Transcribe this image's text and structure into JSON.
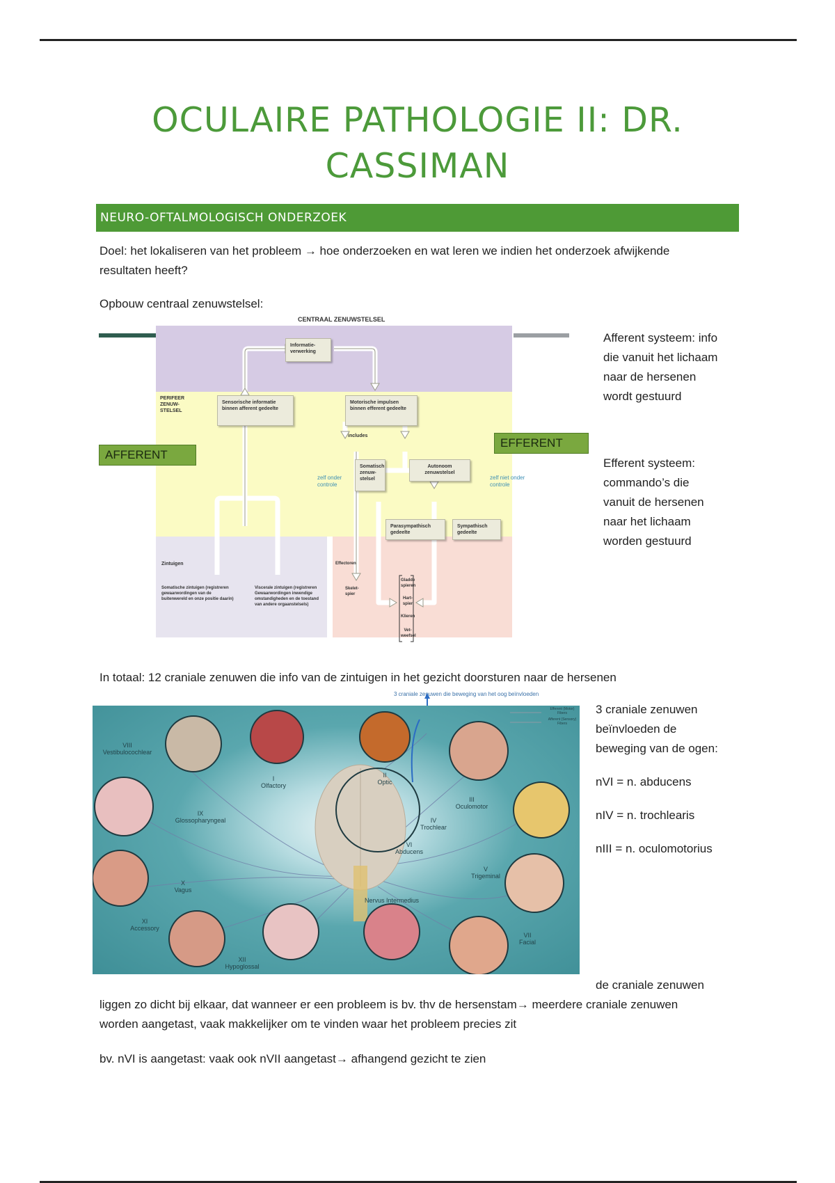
{
  "document": {
    "title": "OCULAIRE PATHOLOGIE II: DR. CASSIMAN",
    "section_heading": "NEURO-OFTALMOLOGISCH ONDERZOEK",
    "doel_line1": "Doel: het lokaliseren van het probleem → hoe onderzoeken en wat leren we indien het onderzoek afwijkende",
    "doel_line2": "resultaten heeft?",
    "opbouw": "Opbouw centraal zenuwstelsel:",
    "in_totaal": "In totaal: 12 craniale zenuwen die info van de zintuigen in het gezicht doorsturen naar de hersenen",
    "craniale_line1": "de craniale zenuwen",
    "craniale_line2": "liggen zo dicht bij elkaar, dat wanneer er een probleem is bv. thv de hersenstam→ meerdere craniale zenuwen",
    "craniale_line3": "worden aangetast, vaak makkelijker om te vinden waar het probleem precies zit",
    "bv_line": "bv. nVI is aangetast: vaak ook nVII aangetast→ afhangend gezicht te zien"
  },
  "side_notes": {
    "afferent": [
      "Afferent systeem: info",
      "die vanuit het lichaam",
      "naar de hersenen",
      "wordt gestuurd"
    ],
    "efferent": [
      "Efferent systeem:",
      "commando’s die",
      "vanuit de hersenen",
      "naar het lichaam",
      "worden gestuurd"
    ],
    "eye_nerves": [
      "3 craniale zenuwen",
      "beïnvloeden de",
      "beweging van de ogen:"
    ],
    "nerve_list": [
      "nVI = n. abducens",
      "nIV = n. trochlearis",
      "nIII = n. oculomotorius"
    ]
  },
  "diagram": {
    "title": "CENTRAAL ZENUWSTELSEL",
    "pns_label": "PERIFEER ZENUW-STELSEL",
    "afferent_tag": "AFFERENT",
    "efferent_tag": "EFFERENT",
    "boxes": {
      "informatieverwerking": "Informatie-verwerking",
      "sensorisch": "Sensorische informatie binnen afferent gedeelte",
      "motorisch": "Motorische impulsen binnen efferent gedeelte",
      "somatisch": "Somatisch zenuw-stelsel",
      "autonoom": "Autonoom zenuwstelsel",
      "parasympathisch": "Parasympathisch gedeelte",
      "sympathisch": "Sympathisch gedeelte"
    },
    "includes": "includes",
    "zelf_onder_controle": "zelf onder controle",
    "zelf_niet_onder_controle": "zelf niet onder controle",
    "zintuigen": "Zintuigen",
    "somatische_zintuigen": "Somatische zintuigen (registreren gewaarwordingen van de buitenwereld en onze positie daarin)",
    "viscerale_zintuigen": "Viscerale zintuigen (registreren Gewaarwordingen inwendige omstandigheden en de toestand van andere orgaanstelsels)",
    "effectoren": "Effectoren",
    "skeletspier": "Skelet-spier",
    "effector_list": [
      "Gladde spieren",
      "Hart-spier",
      "Klieren",
      "Vet-weefsel"
    ]
  },
  "cranial_figure": {
    "annotation": "3 craniale zenuwen die beweging van het oog beïnvloeden",
    "legend": [
      "Efferent (Motor) Fibers",
      "Afferent (Sensory) Fibers"
    ],
    "nerves": [
      {
        "num": "VIII",
        "name": "Vestibulocochlear"
      },
      {
        "num": "I",
        "name": "Olfactory"
      },
      {
        "num": "II",
        "name": "Optic"
      },
      {
        "num": "III",
        "name": "Oculomotor"
      },
      {
        "num": "IV",
        "name": "Trochlear"
      },
      {
        "num": "VI",
        "name": "Abducens"
      },
      {
        "num": "IX",
        "name": "Glossopharyngeal"
      },
      {
        "num": "X",
        "name": "Vagus"
      },
      {
        "num": "V",
        "name": "Trigeminal"
      },
      {
        "num": "",
        "name": "Nervus Intermedius"
      },
      {
        "num": "XI",
        "name": "Accessory"
      },
      {
        "num": "XII",
        "name": "Hypoglossal"
      },
      {
        "num": "VII",
        "name": "Facial"
      }
    ]
  }
}
